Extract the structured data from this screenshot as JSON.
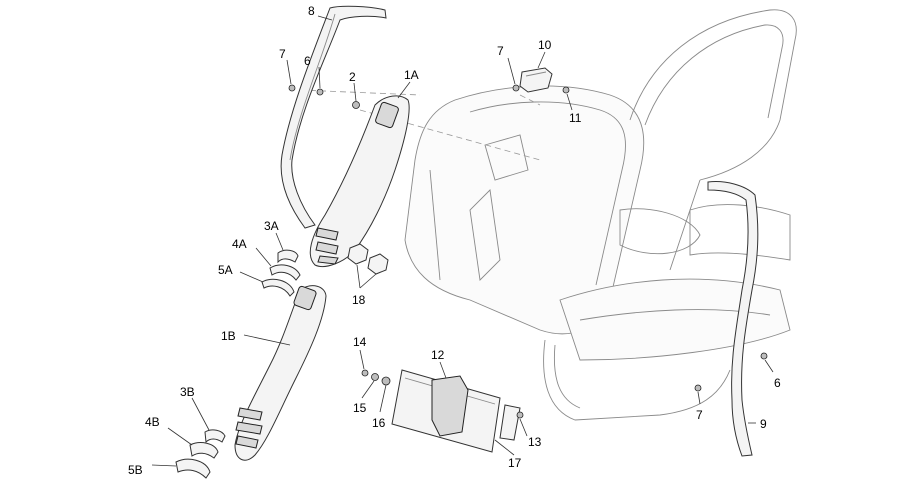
{
  "callouts": {
    "c8": "8",
    "c7_top": "7",
    "c6_top": "6",
    "c2": "2",
    "c1A": "1A",
    "c7_mid": "7",
    "c10": "10",
    "c11": "11",
    "c3A": "3A",
    "c4A": "4A",
    "c5A": "5A",
    "c18": "18",
    "c1B": "1B",
    "c14": "14",
    "c12": "12",
    "c15": "15",
    "c16": "16",
    "c13": "13",
    "c17": "17",
    "c3B": "3B",
    "c4B": "4B",
    "c5B": "5B",
    "c6_right": "6",
    "c7_bottom": "7",
    "c9": "9"
  }
}
